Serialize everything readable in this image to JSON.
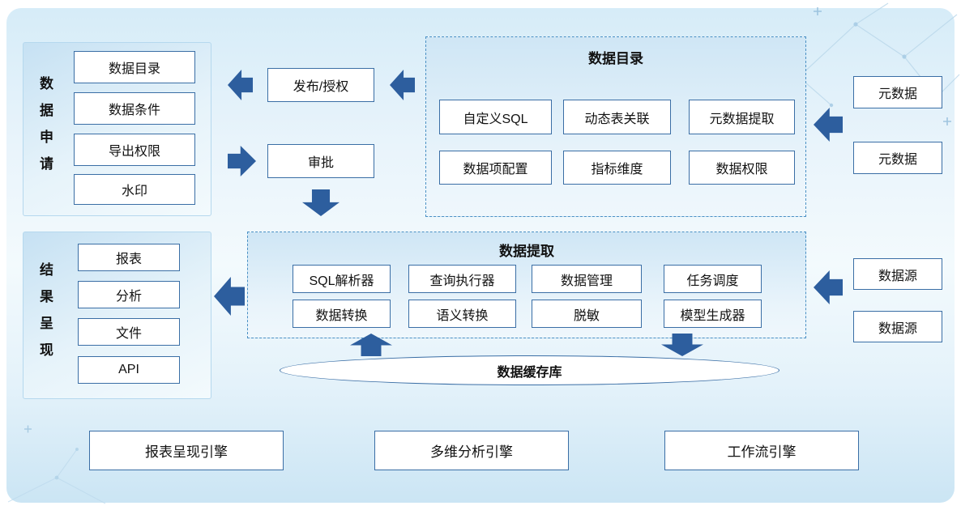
{
  "colors": {
    "arrow": "#2d5e9e",
    "box_border": "#3a6ea5",
    "panel_border_dashed": "#4a90c4",
    "background_tint": "#d6ecf8"
  },
  "data_apply_panel": {
    "label": "数据申请",
    "items": [
      "数据目录",
      "数据条件",
      "导出权限",
      "水印"
    ]
  },
  "flow_boxes": {
    "publish": "发布/授权",
    "approval": "审批"
  },
  "data_catalog_panel": {
    "title": "数据目录",
    "row1": [
      "自定义SQL",
      "动态表关联",
      "元数据提取"
    ],
    "row2": [
      "数据项配置",
      "指标维度",
      "数据权限"
    ]
  },
  "metadata_sources": [
    "元数据",
    "元数据"
  ],
  "data_extract_panel": {
    "title": "数据提取",
    "row1": [
      "SQL解析器",
      "查询执行器",
      "数据管理",
      "任务调度"
    ],
    "row2": [
      "数据转换",
      "语义转换",
      "脱敏",
      "模型生成器"
    ]
  },
  "result_panel": {
    "label": "结果呈现",
    "items": [
      "报表",
      "分析",
      "文件",
      "API"
    ]
  },
  "data_sources": [
    "数据源",
    "数据源"
  ],
  "cache_db": "数据缓存库",
  "engines": [
    "报表呈现引擎",
    "多维分析引擎",
    "工作流引擎"
  ]
}
